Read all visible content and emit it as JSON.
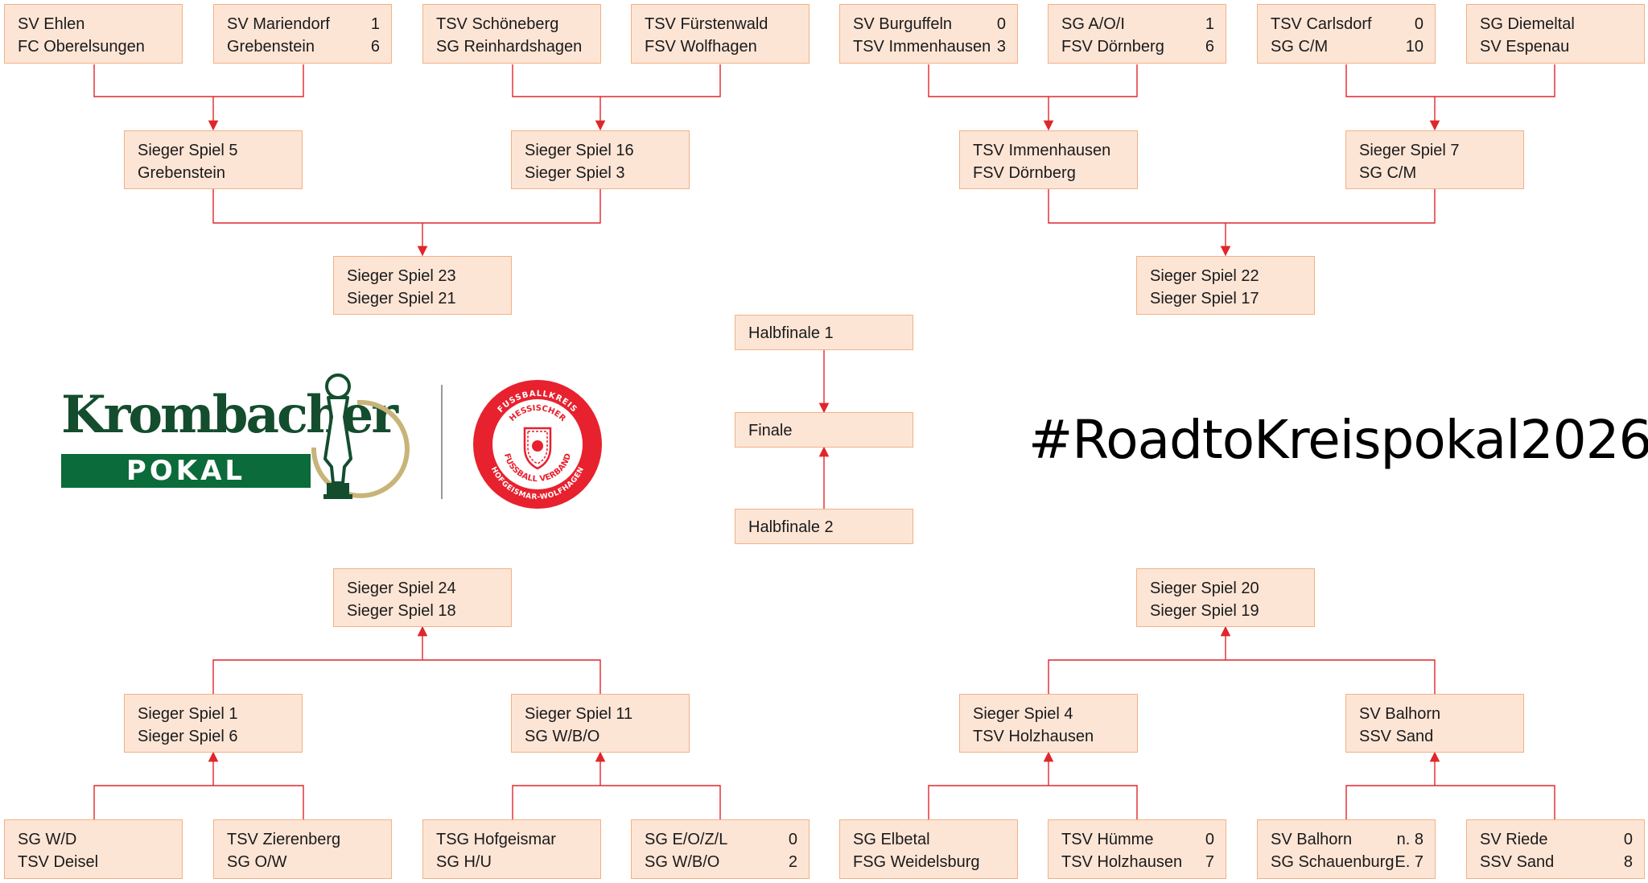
{
  "boxes": [
    {
      "id": "r1-a",
      "lines": [
        {
          "team": "SV Ehlen",
          "score": ""
        },
        {
          "team": "FC Oberelsungen",
          "score": ""
        }
      ]
    },
    {
      "id": "r1-b",
      "lines": [
        {
          "team": "SV Mariendorf",
          "score": "1"
        },
        {
          "team": "Grebenstein",
          "score": "6"
        }
      ]
    },
    {
      "id": "r1-c",
      "lines": [
        {
          "team": "TSV Schöneberg",
          "score": ""
        },
        {
          "team": "SG Reinhardshagen",
          "score": ""
        }
      ]
    },
    {
      "id": "r1-d",
      "lines": [
        {
          "team": "TSV Fürstenwald",
          "score": ""
        },
        {
          "team": "FSV Wolfhagen",
          "score": ""
        }
      ]
    },
    {
      "id": "r1-e",
      "lines": [
        {
          "team": "SV Burguffeln",
          "score": "0"
        },
        {
          "team": "TSV Immenhausen",
          "score": "3"
        }
      ]
    },
    {
      "id": "r1-f",
      "lines": [
        {
          "team": "SG A/O/I",
          "score": "1"
        },
        {
          "team": "FSV Dörnberg",
          "score": "6"
        }
      ]
    },
    {
      "id": "r1-g",
      "lines": [
        {
          "team": "TSV Carlsdorf",
          "score": "0"
        },
        {
          "team": "SG C/M",
          "score": "10"
        }
      ]
    },
    {
      "id": "r1-h",
      "lines": [
        {
          "team": "SG Diemeltal",
          "score": ""
        },
        {
          "team": "SV Espenau",
          "score": ""
        }
      ]
    },
    {
      "id": "r2-a",
      "lines": [
        {
          "team": "Sieger Spiel 5",
          "score": ""
        },
        {
          "team": "Grebenstein",
          "score": ""
        }
      ]
    },
    {
      "id": "r2-b",
      "lines": [
        {
          "team": "Sieger Spiel 16",
          "score": ""
        },
        {
          "team": "Sieger Spiel 3",
          "score": ""
        }
      ]
    },
    {
      "id": "r2-c",
      "lines": [
        {
          "team": "TSV Immenhausen",
          "score": ""
        },
        {
          "team": "FSV Dörnberg",
          "score": ""
        }
      ]
    },
    {
      "id": "r2-d",
      "lines": [
        {
          "team": "Sieger Spiel 7",
          "score": ""
        },
        {
          "team": "SG C/M",
          "score": ""
        }
      ]
    },
    {
      "id": "r3-a",
      "lines": [
        {
          "team": "Sieger Spiel 23",
          "score": ""
        },
        {
          "team": "Sieger Spiel 21",
          "score": ""
        }
      ]
    },
    {
      "id": "r3-b",
      "lines": [
        {
          "team": "Sieger Spiel 22",
          "score": ""
        },
        {
          "team": "Sieger Spiel 17",
          "score": ""
        }
      ]
    },
    {
      "id": "hf1",
      "lines": [
        {
          "team": "Halbfinale 1",
          "score": ""
        }
      ]
    },
    {
      "id": "finale",
      "lines": [
        {
          "team": "Finale",
          "score": ""
        }
      ]
    },
    {
      "id": "hf2",
      "lines": [
        {
          "team": "Halbfinale 2",
          "score": ""
        }
      ]
    },
    {
      "id": "r3-c",
      "lines": [
        {
          "team": "Sieger Spiel 24",
          "score": ""
        },
        {
          "team": "Sieger Spiel 18",
          "score": ""
        }
      ]
    },
    {
      "id": "r3-d",
      "lines": [
        {
          "team": "Sieger Spiel 20",
          "score": ""
        },
        {
          "team": "Sieger Spiel 19",
          "score": ""
        }
      ]
    },
    {
      "id": "r2-e",
      "lines": [
        {
          "team": "Sieger Spiel 1",
          "score": ""
        },
        {
          "team": "Sieger Spiel 6",
          "score": ""
        }
      ]
    },
    {
      "id": "r2-f",
      "lines": [
        {
          "team": "Sieger Spiel 11",
          "score": ""
        },
        {
          "team": "SG W/B/O",
          "score": ""
        }
      ]
    },
    {
      "id": "r2-g",
      "lines": [
        {
          "team": "Sieger Spiel 4",
          "score": ""
        },
        {
          "team": "TSV Holzhausen",
          "score": ""
        }
      ]
    },
    {
      "id": "r2-h",
      "lines": [
        {
          "team": "SV Balhorn",
          "score": ""
        },
        {
          "team": "SSV Sand",
          "score": ""
        }
      ]
    },
    {
      "id": "r1-i",
      "lines": [
        {
          "team": "SG W/D",
          "score": ""
        },
        {
          "team": "TSV Deisel",
          "score": ""
        }
      ]
    },
    {
      "id": "r1-j",
      "lines": [
        {
          "team": "TSV Zierenberg",
          "score": ""
        },
        {
          "team": "SG O/W",
          "score": ""
        }
      ]
    },
    {
      "id": "r1-k",
      "lines": [
        {
          "team": "TSG Hofgeismar",
          "score": ""
        },
        {
          "team": "SG H/U",
          "score": ""
        }
      ]
    },
    {
      "id": "r1-l",
      "lines": [
        {
          "team": "SG E/O/Z/L",
          "score": "0"
        },
        {
          "team": "SG W/B/O",
          "score": "2"
        }
      ]
    },
    {
      "id": "r1-m",
      "lines": [
        {
          "team": "SG Elbetal",
          "score": ""
        },
        {
          "team": "FSG Weidelsburg",
          "score": ""
        }
      ]
    },
    {
      "id": "r1-n",
      "lines": [
        {
          "team": "TSV Hümme",
          "score": "0"
        },
        {
          "team": "TSV Holzhausen",
          "score": "7"
        }
      ]
    },
    {
      "id": "r1-o",
      "lines": [
        {
          "team": "SV Balhorn",
          "score": "n. 8"
        },
        {
          "team": "SG Schauenburg",
          "score": "E. 7"
        }
      ]
    },
    {
      "id": "r1-p",
      "lines": [
        {
          "team": "SV Riede",
          "score": "0"
        },
        {
          "team": "SSV Sand",
          "score": "8"
        }
      ]
    }
  ],
  "hashtag": "#RoadtoKreispokal2026",
  "logo_sponsor": {
    "word": "Krombacher",
    "sub": "POKAL"
  },
  "logo_association": {
    "ring_top": "FUSSBALLKREIS",
    "ring_bottom": "HOFGEISMAR-WOLFHAGEN",
    "inner_top": "HESSISCHER",
    "inner_bottom": "FUSSBALL VERBAND"
  },
  "colors": {
    "box_fill": "#fde5d6",
    "box_border": "#f2b184",
    "connector": "#e0262b",
    "krombacher_green": "#0b6b3a",
    "trophy_gold": "#c8b479",
    "seal_red": "#e8212e"
  }
}
